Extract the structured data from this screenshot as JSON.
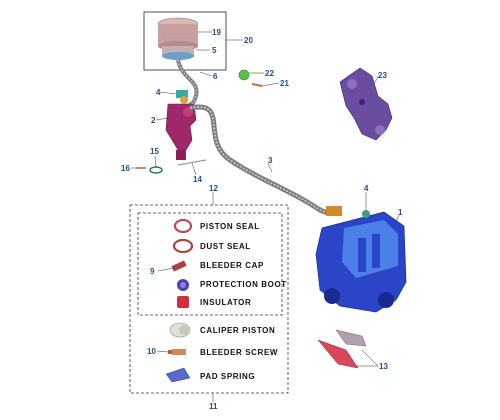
{
  "callouts": {
    "c19": "19",
    "c20": "20",
    "c5": "5",
    "c6": "6",
    "c22": "22",
    "c21": "21",
    "c23": "23",
    "c4a": "4",
    "c2": "2",
    "c3": "3",
    "c15": "15",
    "c16": "16",
    "c14": "14",
    "c12": "12",
    "c4b": "4",
    "c1": "1",
    "c9": "9",
    "c10": "10",
    "c13": "13",
    "c11": "11"
  },
  "legend": {
    "piston_seal": "PISTON SEAL",
    "dust_seal": "DUST SEAL",
    "bleeder_cap": "BLEEDER CAP",
    "protection_boot": "PROTECTION BOOT",
    "insulator": "INSULATOR",
    "caliper_piston": "CALIPER PISTON",
    "bleeder_screw": "BLEEDER SCREW",
    "pad_spring": "PAD SPRING"
  },
  "colors": {
    "callout_text": "#1f4e8c",
    "caliper_blue": "#2a45c8",
    "master_cylinder": "#a0286a",
    "bracket_purple": "#6a4ca0",
    "brake_pad_red": "#d8485a",
    "hose_grey": "#8a8a8a",
    "reservoir_cap": "#c9a0a0"
  }
}
